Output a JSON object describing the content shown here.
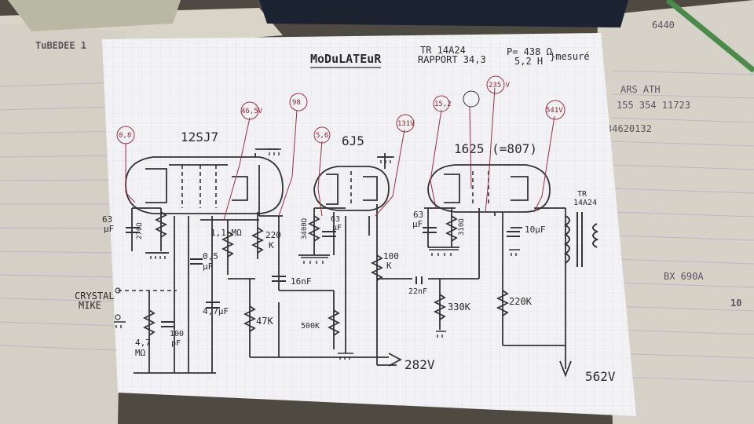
{
  "title": "MoDuLATEuR",
  "transformer_note": [
    "TR 14A24",
    "RAPPORT 34,3"
  ],
  "measure_note": [
    "P= 438 Ω",
    "5,2 H",
    "}mesuré"
  ],
  "tubes": {
    "v1": "12SJ7",
    "v2": "6J5",
    "v3": "1625 (=807)"
  },
  "voltages": {
    "v1_cathode": "0,8",
    "v1_screen": "46,5V",
    "v1_plate": "98",
    "v2_cathode": "5,6",
    "v2_plate": "131V",
    "v3_cathode": "15,2",
    "v3_screen": "235 V",
    "v3_grid": "",
    "v3_plate": "541V"
  },
  "components": {
    "c_63_v1": "63\nμF",
    "r_270": "270Ω",
    "r_1_1m": "1,1 MΩ",
    "c_05": "0,5\nμF",
    "r_220k": "220\nK",
    "c_16nf": "16nF",
    "c_4_7uf": "4,7μF",
    "r_47k": "47K",
    "c_100pf": "100\npF",
    "r_4_7m": "4,7\nMΩ",
    "r_3400": "3400Ω",
    "c_63_v2": "63\nμF",
    "pot_500k": "500K",
    "r_100k": "100\nK",
    "c_22nf": "22nF",
    "r_330k": "330K",
    "c_63_v3": "63\nμF",
    "r_310": "310Ω",
    "c_10uf": "10μF",
    "r_220k_b": "220K",
    "tr_label": "TR\n14A24"
  },
  "input_label": [
    "CRYSTAL",
    "MIKE"
  ],
  "supply_low": "282V",
  "supply_high": "562V",
  "background": {
    "top_left_card": "TuBEDEE 1",
    "right_notes": [
      "ARS ATH",
      "155 354 11723",
      "34620132",
      "BX 690A",
      "10"
    ],
    "corner_number": "6440"
  }
}
